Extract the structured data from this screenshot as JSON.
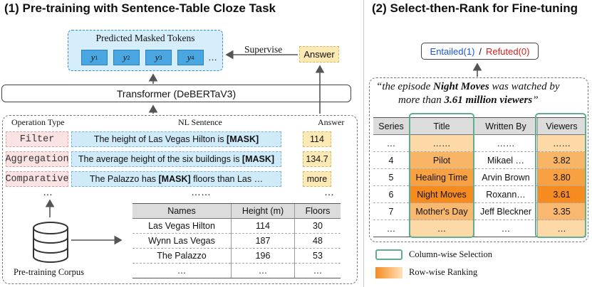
{
  "left": {
    "title": "(1) Pre-training with Sentence-Table Cloze Task",
    "predicted": {
      "label": "Predicted Masked Tokens",
      "tokens": [
        {
          "base": "y",
          "sub": "1"
        },
        {
          "base": "y",
          "sub": "2"
        },
        {
          "base": "y",
          "sub": "3"
        },
        {
          "base": "y",
          "sub": "4"
        }
      ],
      "ellipsis": "…"
    },
    "supervise": "Supervise",
    "answer_box": "Answer",
    "transformer": "Transformer (DeBERTaV3)",
    "headers": {
      "op": "Operation Type",
      "nl": "NL Sentence",
      "ans": "Answer"
    },
    "rows": [
      {
        "op": "Filter",
        "nl_pre": "The height of Las Vegas Hilton is ",
        "nl_mask": "[MASK]",
        "nl_post": "",
        "ans": "114"
      },
      {
        "op": "Aggregation",
        "nl_pre": "The average height of the six buildings is ",
        "nl_mask": "[MASK]",
        "nl_post": "",
        "ans": "134.7"
      },
      {
        "op": "Comparative",
        "nl_pre": "The Palazzo has ",
        "nl_mask": "[MASK]",
        "nl_post": " floors than Las …",
        "ans": "more"
      }
    ],
    "dots_op": "…",
    "dots_nl": "……",
    "dots_ans": "…",
    "corpus_label": "Pre-training Corpus",
    "table": {
      "headers": [
        "Names",
        "Height (m)",
        "Floors"
      ],
      "rows": [
        [
          "Las Vegas Hilton",
          "114",
          "30"
        ],
        [
          "Wynn Las Vegas",
          "187",
          "48"
        ],
        [
          "The Palazzo",
          "196",
          "53"
        ],
        [
          "…",
          "…",
          "…"
        ]
      ]
    }
  },
  "right": {
    "title": "(2) Select-then-Rank for Fine-tuning",
    "entailed": "Entailed(1)",
    "slash": "/",
    "refuted": "Refuted(0)",
    "colors": {
      "entailed": "#1a56d6",
      "refuted": "#d62020"
    },
    "claim_line1_pre": "“the episode ",
    "claim_line1_bold": "Night Moves",
    "claim_line1_post": " was watched by",
    "claim_line2_pre": "more than ",
    "claim_line2_bold": "3.61 million viewers",
    "claim_line2_post": "”",
    "table": {
      "headers": [
        "Series",
        "Title",
        "Written By",
        "Viewers"
      ],
      "rows": [
        [
          "…",
          "……",
          "……",
          "……"
        ],
        [
          "4",
          "Pilot",
          "Mikael …",
          "3.82"
        ],
        [
          "5",
          "Healing Time",
          "Arvin Brown",
          "3.80"
        ],
        [
          "6",
          "Night Moves",
          "Roxann…",
          "3.61"
        ],
        [
          "7",
          "Mother's Day",
          "Jeff Bleckner",
          "3.35"
        ],
        [
          "…",
          "…",
          "…",
          "…"
        ]
      ]
    },
    "legend": {
      "column": "Column-wise Selection",
      "row": "Row-wise Ranking"
    }
  }
}
